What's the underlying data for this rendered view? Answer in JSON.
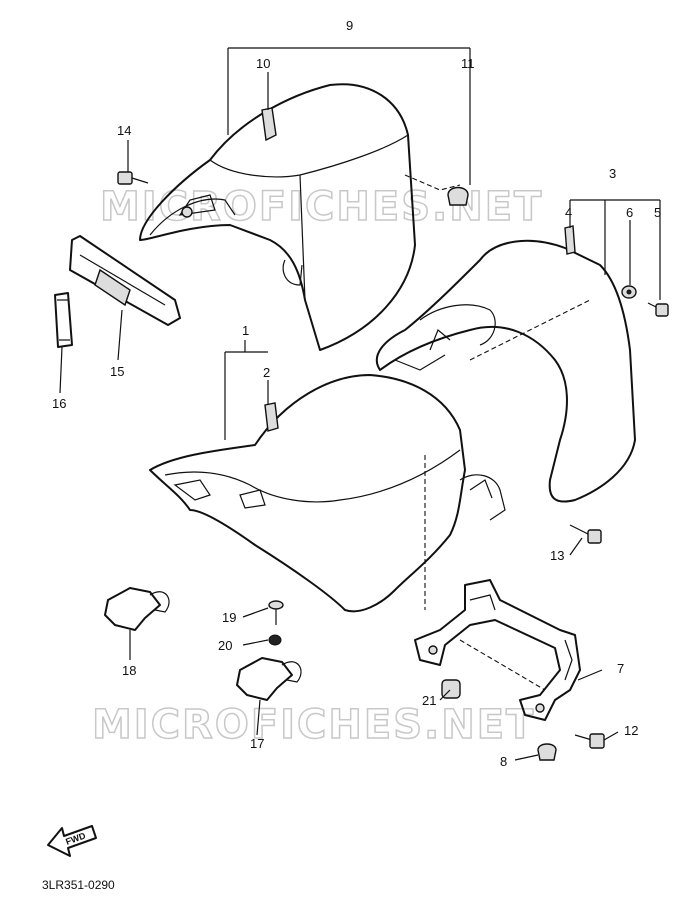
{
  "watermark": "MICROFICHES.NET",
  "diagram_code": "3LR351-0290",
  "fwd_label": "FWD",
  "callouts": {
    "c1": "1",
    "c2": "2",
    "c3": "3",
    "c4": "4",
    "c5": "5",
    "c6": "6",
    "c7": "7",
    "c8": "8",
    "c9": "9",
    "c10": "10",
    "c11": "11",
    "c12": "12",
    "c13": "13",
    "c14": "14",
    "c15": "15",
    "c16": "16",
    "c17": "17",
    "c18": "18",
    "c19": "19",
    "c20": "20",
    "c21": "21"
  }
}
